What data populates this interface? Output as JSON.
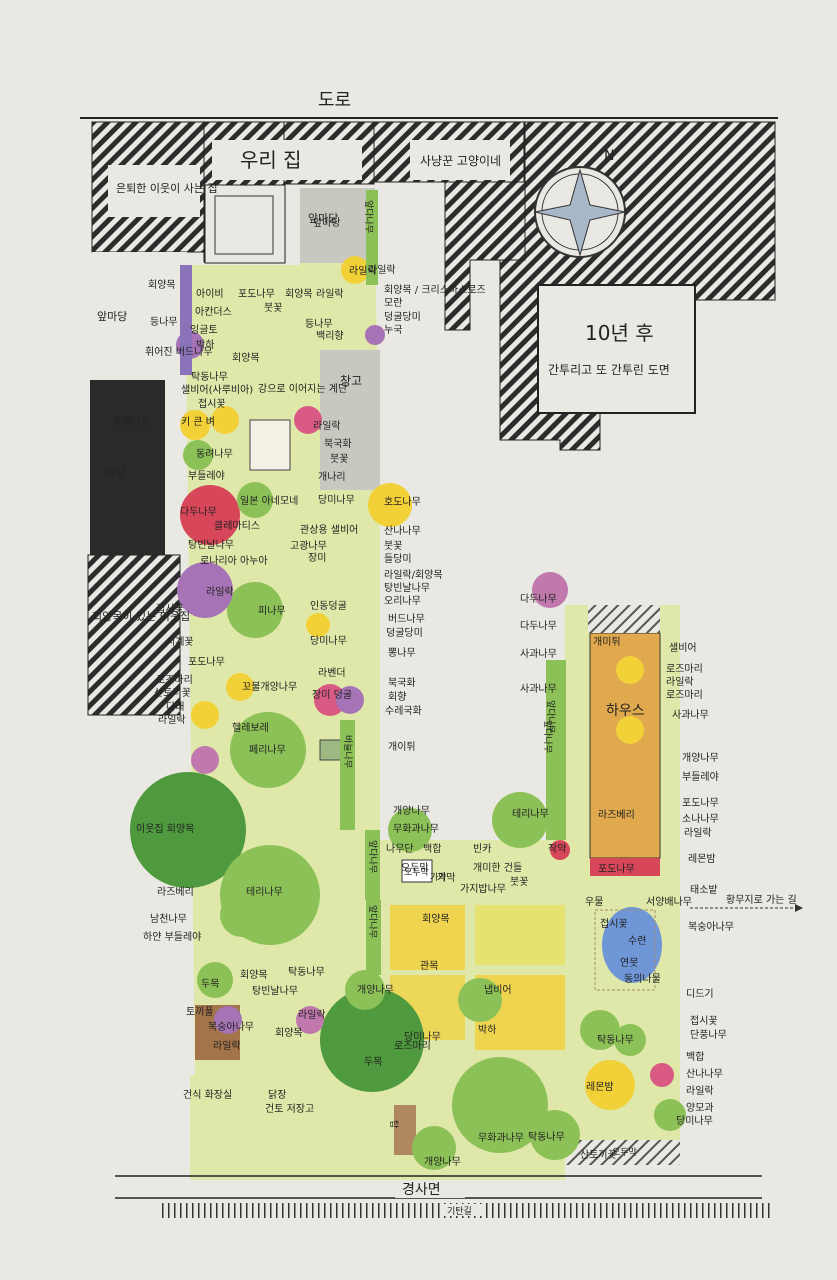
{
  "title": "10년 후",
  "subtitle": "간투리고 또 간투린 도면",
  "roads": {
    "top": "도로",
    "bottom": "경사면",
    "bottom_path": "기탄길",
    "east": "황무지로 가는 길"
  },
  "buildings": {
    "our_house": "우리 집",
    "neighbor_retired": "은퇴한 이웃이 사는 집",
    "neighbor_hunter": "사냥꾼 고양이네",
    "front_yard": "앞마당",
    "garage": "창고",
    "neighbor_magnolia": "회양목이 있는 이웃집",
    "left_front_yard": "앞마당",
    "left_yard": "마당",
    "compost": "오두막",
    "compost2": "오두막",
    "coop": "닭장",
    "coop_note": "건토 저장고",
    "drying": "건식 화장실",
    "greenhouse": "하우스",
    "shelter": "가막"
  },
  "compass": {
    "north": "N"
  },
  "plants_left_outer": [
    "회양목",
    "등나무",
    "휘어진 버드나무",
    "톡백나무",
    "접시꽃",
    "시계꽃",
    "포도나무",
    "로즈마리",
    "산토리꽃",
    "다래",
    "라일락",
    "라즈베리",
    "남천나무",
    "하얀 부들레야",
    "토끼풀"
  ],
  "plants_main": [
    "앞마당",
    "라일락",
    "아이비",
    "포도나무",
    "회양목",
    "라일락",
    "아칸더스",
    "붓꽃",
    "등나무",
    "백리향",
    "잉글토",
    "박하",
    "회양목",
    "탁동나무",
    "샐비어(사루비아)",
    "강으로 이어지는 계단",
    "접시꽃",
    "키 큰 벼",
    "동려나무",
    "부들레야",
    "일본 아네모네",
    "다두나무",
    "클레마티스",
    "탕빈날나무",
    "로나리아 아누아",
    "라일락",
    "피나무",
    "인동덩굴",
    "당미나무",
    "꼬불개양나무",
    "라벤더",
    "장미 덩굴",
    "헬레보레",
    "페리나무",
    "이웃집 회양목",
    "테리나무",
    "회양목",
    "탁동나무",
    "탕빈날나무",
    "두목",
    "개양나무",
    "두목",
    "라일락",
    "회양목",
    "복숭아나무",
    "라일락",
    "당미나무",
    "로즈마리",
    "관상용 샐비어",
    "고광나무",
    "장미",
    "라일락",
    "북국화",
    "붓꽃",
    "개나리",
    "당미나무"
  ],
  "plants_middle": [
    "라일락",
    "회양목 / 크리스마스로즈",
    "모란",
    "덩굴당미",
    "누국",
    "호도나무",
    "산나나무",
    "붓꽃",
    "들당미",
    "라일락/회양목",
    "탕빈날나무",
    "오리나무",
    "버드나무",
    "덩굴당미",
    "뽕나무",
    "북국화",
    "회향",
    "수레국화",
    "개이튀",
    "개양나무",
    "무화과나무",
    "나무단",
    "백합",
    "빈카",
    "오두막",
    "가막",
    "개미한 건들",
    "가지밥나무",
    "붓꽃",
    "회양목",
    "관목",
    "냅비어",
    "박하",
    "무화과나무",
    "탁동나무",
    "개양나무",
    "작약",
    "테리나무"
  ],
  "plants_right": [
    "다두나무",
    "다두나무",
    "사과나무",
    "사과나무",
    "개미튀",
    "샐비어",
    "로즈마리",
    "라일락",
    "로즈마리",
    "사과나무",
    "개양나무",
    "부들레야",
    "포도나무",
    "소나나무",
    "라일락",
    "레몬밤",
    "포도나무",
    "라즈베리",
    "태소밭",
    "우물",
    "서양배나무",
    "복숭아나무",
    "접시꽃",
    "수련",
    "연못",
    "동의나물",
    "디드기",
    "접시꽃",
    "단풍나무",
    "백합",
    "산나나무",
    "라일락",
    "양모과",
    "당미나무",
    "탁동나무",
    "레몬밤",
    "산토끼꽃",
    "복숭아나무",
    "오두막"
  ],
  "vertical_labels": [
    "앞다나무",
    "탑",
    "바늘나무",
    "앞다나무",
    "앞다나무",
    "앞다나무",
    "앞다나무"
  ],
  "colors": {
    "paper": "#e9e8e2",
    "grass": "#dfe8a8",
    "tree": "#8cc157",
    "dark_tree": "#4f9a3e",
    "yellow": "#f2d038",
    "purple": "#a674b6",
    "pink": "#d95b84",
    "orange": "#ee9a3a",
    "red": "#d8465a"
  }
}
